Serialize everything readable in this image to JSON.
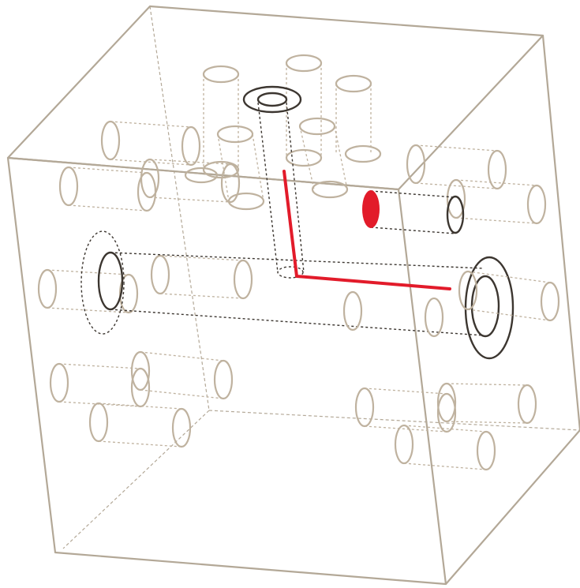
{
  "colors": {
    "frame": "#b3a897",
    "bore": "#bfb29f",
    "dark": "#3c3630",
    "accent": "#e21b2a",
    "background": "#ffffff"
  },
  "figure": {
    "subject": "block",
    "view": "wireframe-isometric",
    "highlighted_path": "accent"
  }
}
